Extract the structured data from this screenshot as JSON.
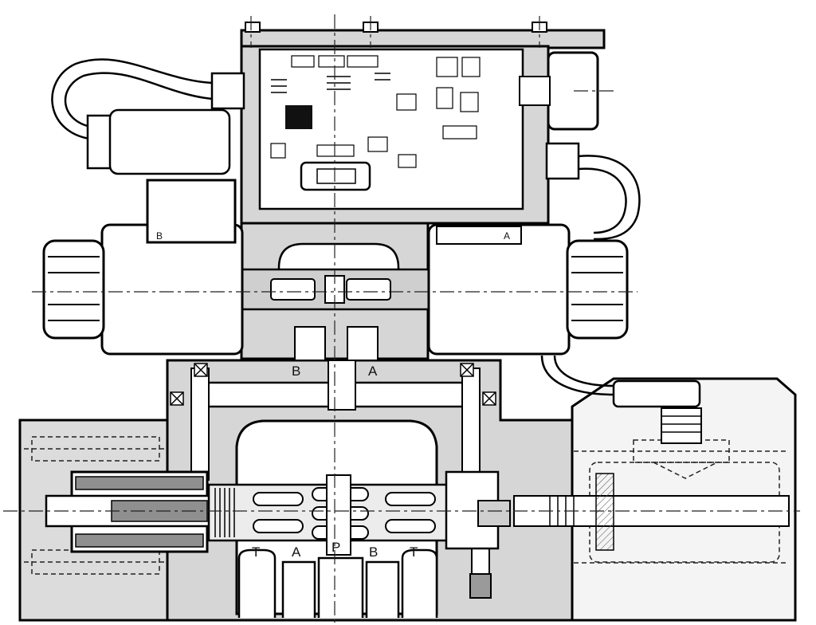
{
  "diagram": {
    "pilot_ports": {
      "b": "B",
      "a": "A"
    },
    "solenoids": {
      "left": "B",
      "right": "A"
    },
    "main_ports": {
      "t_left": "T",
      "a": "A",
      "p": "P",
      "b": "B",
      "t_right": "T"
    }
  }
}
